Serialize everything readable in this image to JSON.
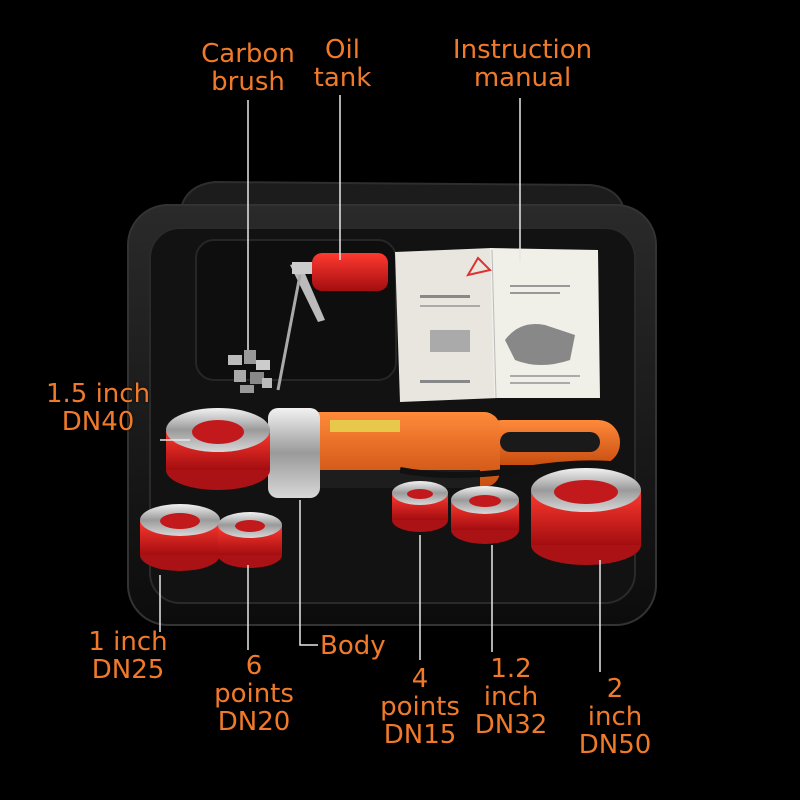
{
  "colors": {
    "background": "#000000",
    "label": "#f07a2a",
    "leader": "#e8e8e8",
    "case": "#141414",
    "tool_body": "#f26a1b",
    "die_red": "#d8171a",
    "oil_tank": "#d9201c"
  },
  "labels": {
    "carbon_brush": [
      "Carbon",
      "brush"
    ],
    "oil_tank": [
      "Oil",
      "tank"
    ],
    "instruction_manual": [
      "Instruction",
      "manual"
    ],
    "dn40": [
      "1.5 inch",
      "DN40"
    ],
    "dn25": [
      "1 inch",
      "DN25"
    ],
    "dn20": [
      "6",
      "points",
      "DN20"
    ],
    "body": [
      "Body"
    ],
    "dn15": [
      "4",
      "points",
      "DN15"
    ],
    "dn32": [
      "1.2",
      "inch",
      "DN32"
    ],
    "dn50": [
      "2",
      "inch",
      "DN50"
    ]
  }
}
